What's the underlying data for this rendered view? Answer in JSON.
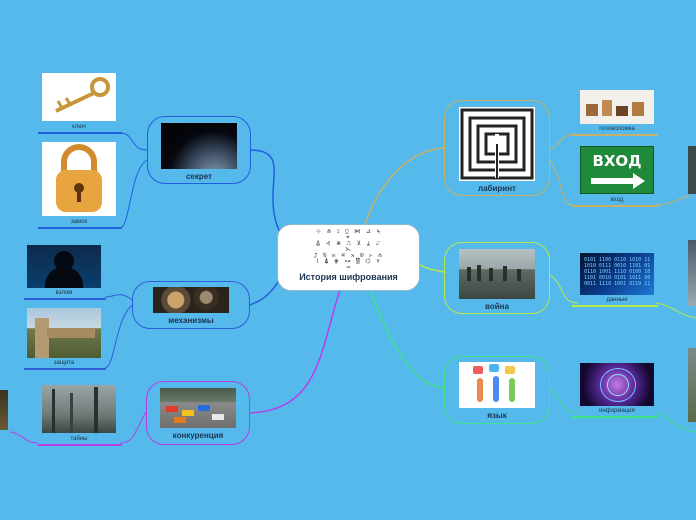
{
  "central": {
    "label": "История шифрования"
  },
  "nodes": {
    "secret": "секрет",
    "mechanisms": "механизмы",
    "competition": "конкуренция",
    "labyrinth": "лабиринт",
    "war": "война",
    "language": "язык"
  },
  "leaves": {
    "key": "ключ",
    "lock": "замок",
    "hack": "взлом",
    "protection": "защита",
    "secrets": "тайны",
    "puzzle": "головоломка",
    "entrance": "вход",
    "data": "данные",
    "information": "информация"
  },
  "sign": {
    "text": "ВХОД"
  },
  "colors": {
    "background": "#55b9eb",
    "secret": "#1f5fe0",
    "mechanisms": "#2f5fd8",
    "competition": "#b63fe8",
    "labyrinth": "#c9b066",
    "war": "#b7e84a",
    "language": "#3fe38a"
  }
}
